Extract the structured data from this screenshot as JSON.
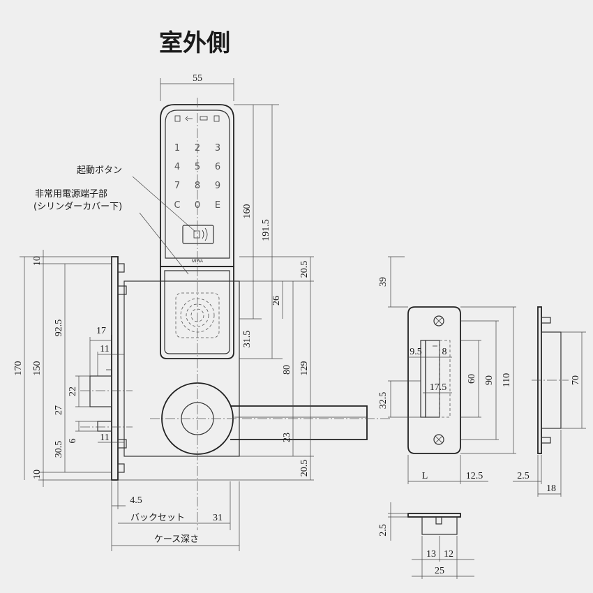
{
  "title": "室外側",
  "callouts": {
    "start_button": "起動ボタン",
    "emergency_terminal_line1": "非常用電源端子部",
    "emergency_terminal_line2": "(シリンダーカバー下)"
  },
  "keypad": {
    "keys": [
      "1",
      "2",
      "3",
      "4",
      "5",
      "6",
      "7",
      "8",
      "9",
      "C",
      "0",
      "E"
    ],
    "brand": "MIWA"
  },
  "dimensions": {
    "front_width": "55",
    "front_h1": "160",
    "front_h2": "191.5",
    "cover_top": "20.5",
    "cyl_26": "26",
    "cyl_31_5": "31.5",
    "h80": "80",
    "h129": "129",
    "h23": "23",
    "bottom_20_5": "20.5",
    "side_170": "170",
    "side_150": "150",
    "side_10_top": "10",
    "side_92_5": "92.5",
    "side_22": "22",
    "side_27": "27",
    "side_6": "6",
    "side_30_5": "30.5",
    "side_10_bottom": "10",
    "w17": "17",
    "w11_top": "11",
    "w11_bottom": "11",
    "w4_5": "4.5",
    "backset": "バックセット",
    "w31": "31",
    "case_depth": "ケース深さ",
    "strike_39": "39",
    "strike_32_5": "32.5",
    "strike_9_5": "9.5",
    "strike_8": "8",
    "strike_17_5": "17.5",
    "strike_60": "60",
    "strike_90": "90",
    "strike_110": "110",
    "strike_L": "L",
    "strike_12_5": "12.5",
    "side_2_5": "2.5",
    "side_18": "18",
    "side_70": "70",
    "bottom_2_5": "2.5",
    "b13": "13",
    "b12": "12",
    "b25": "25"
  }
}
